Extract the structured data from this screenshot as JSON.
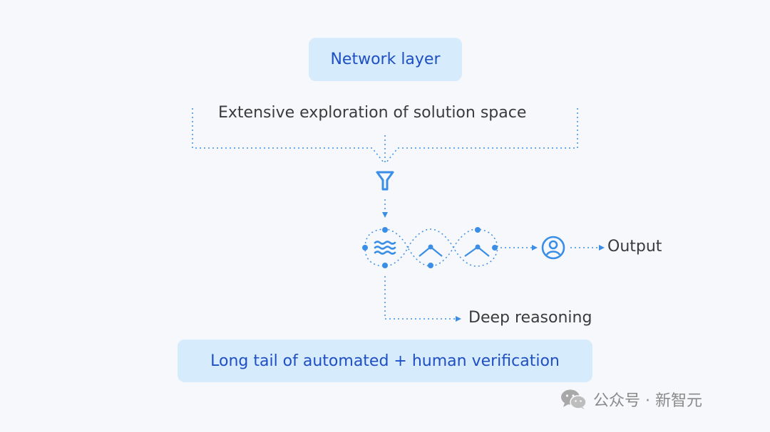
{
  "diagram": {
    "network_layer": "Network layer",
    "exploration": "Extensive exploration of solution space",
    "output": "Output",
    "deep_reasoning": "Deep reasoning",
    "verification": "Long tail of automated + human verification"
  },
  "icons": {
    "filter": "funnel-icon",
    "waves": "waves-icon",
    "peak": "peak-icon",
    "user": "user-circle-icon",
    "watermark": "wechat-icon"
  },
  "colors": {
    "accent": "#3a8ee6",
    "pill_bg": "#d6ebfb",
    "pill_text": "#1f4fc4",
    "label_text": "#3b3b3b",
    "background": "#f6f8fc"
  },
  "watermark": {
    "text": "公众号 · 新智元"
  }
}
